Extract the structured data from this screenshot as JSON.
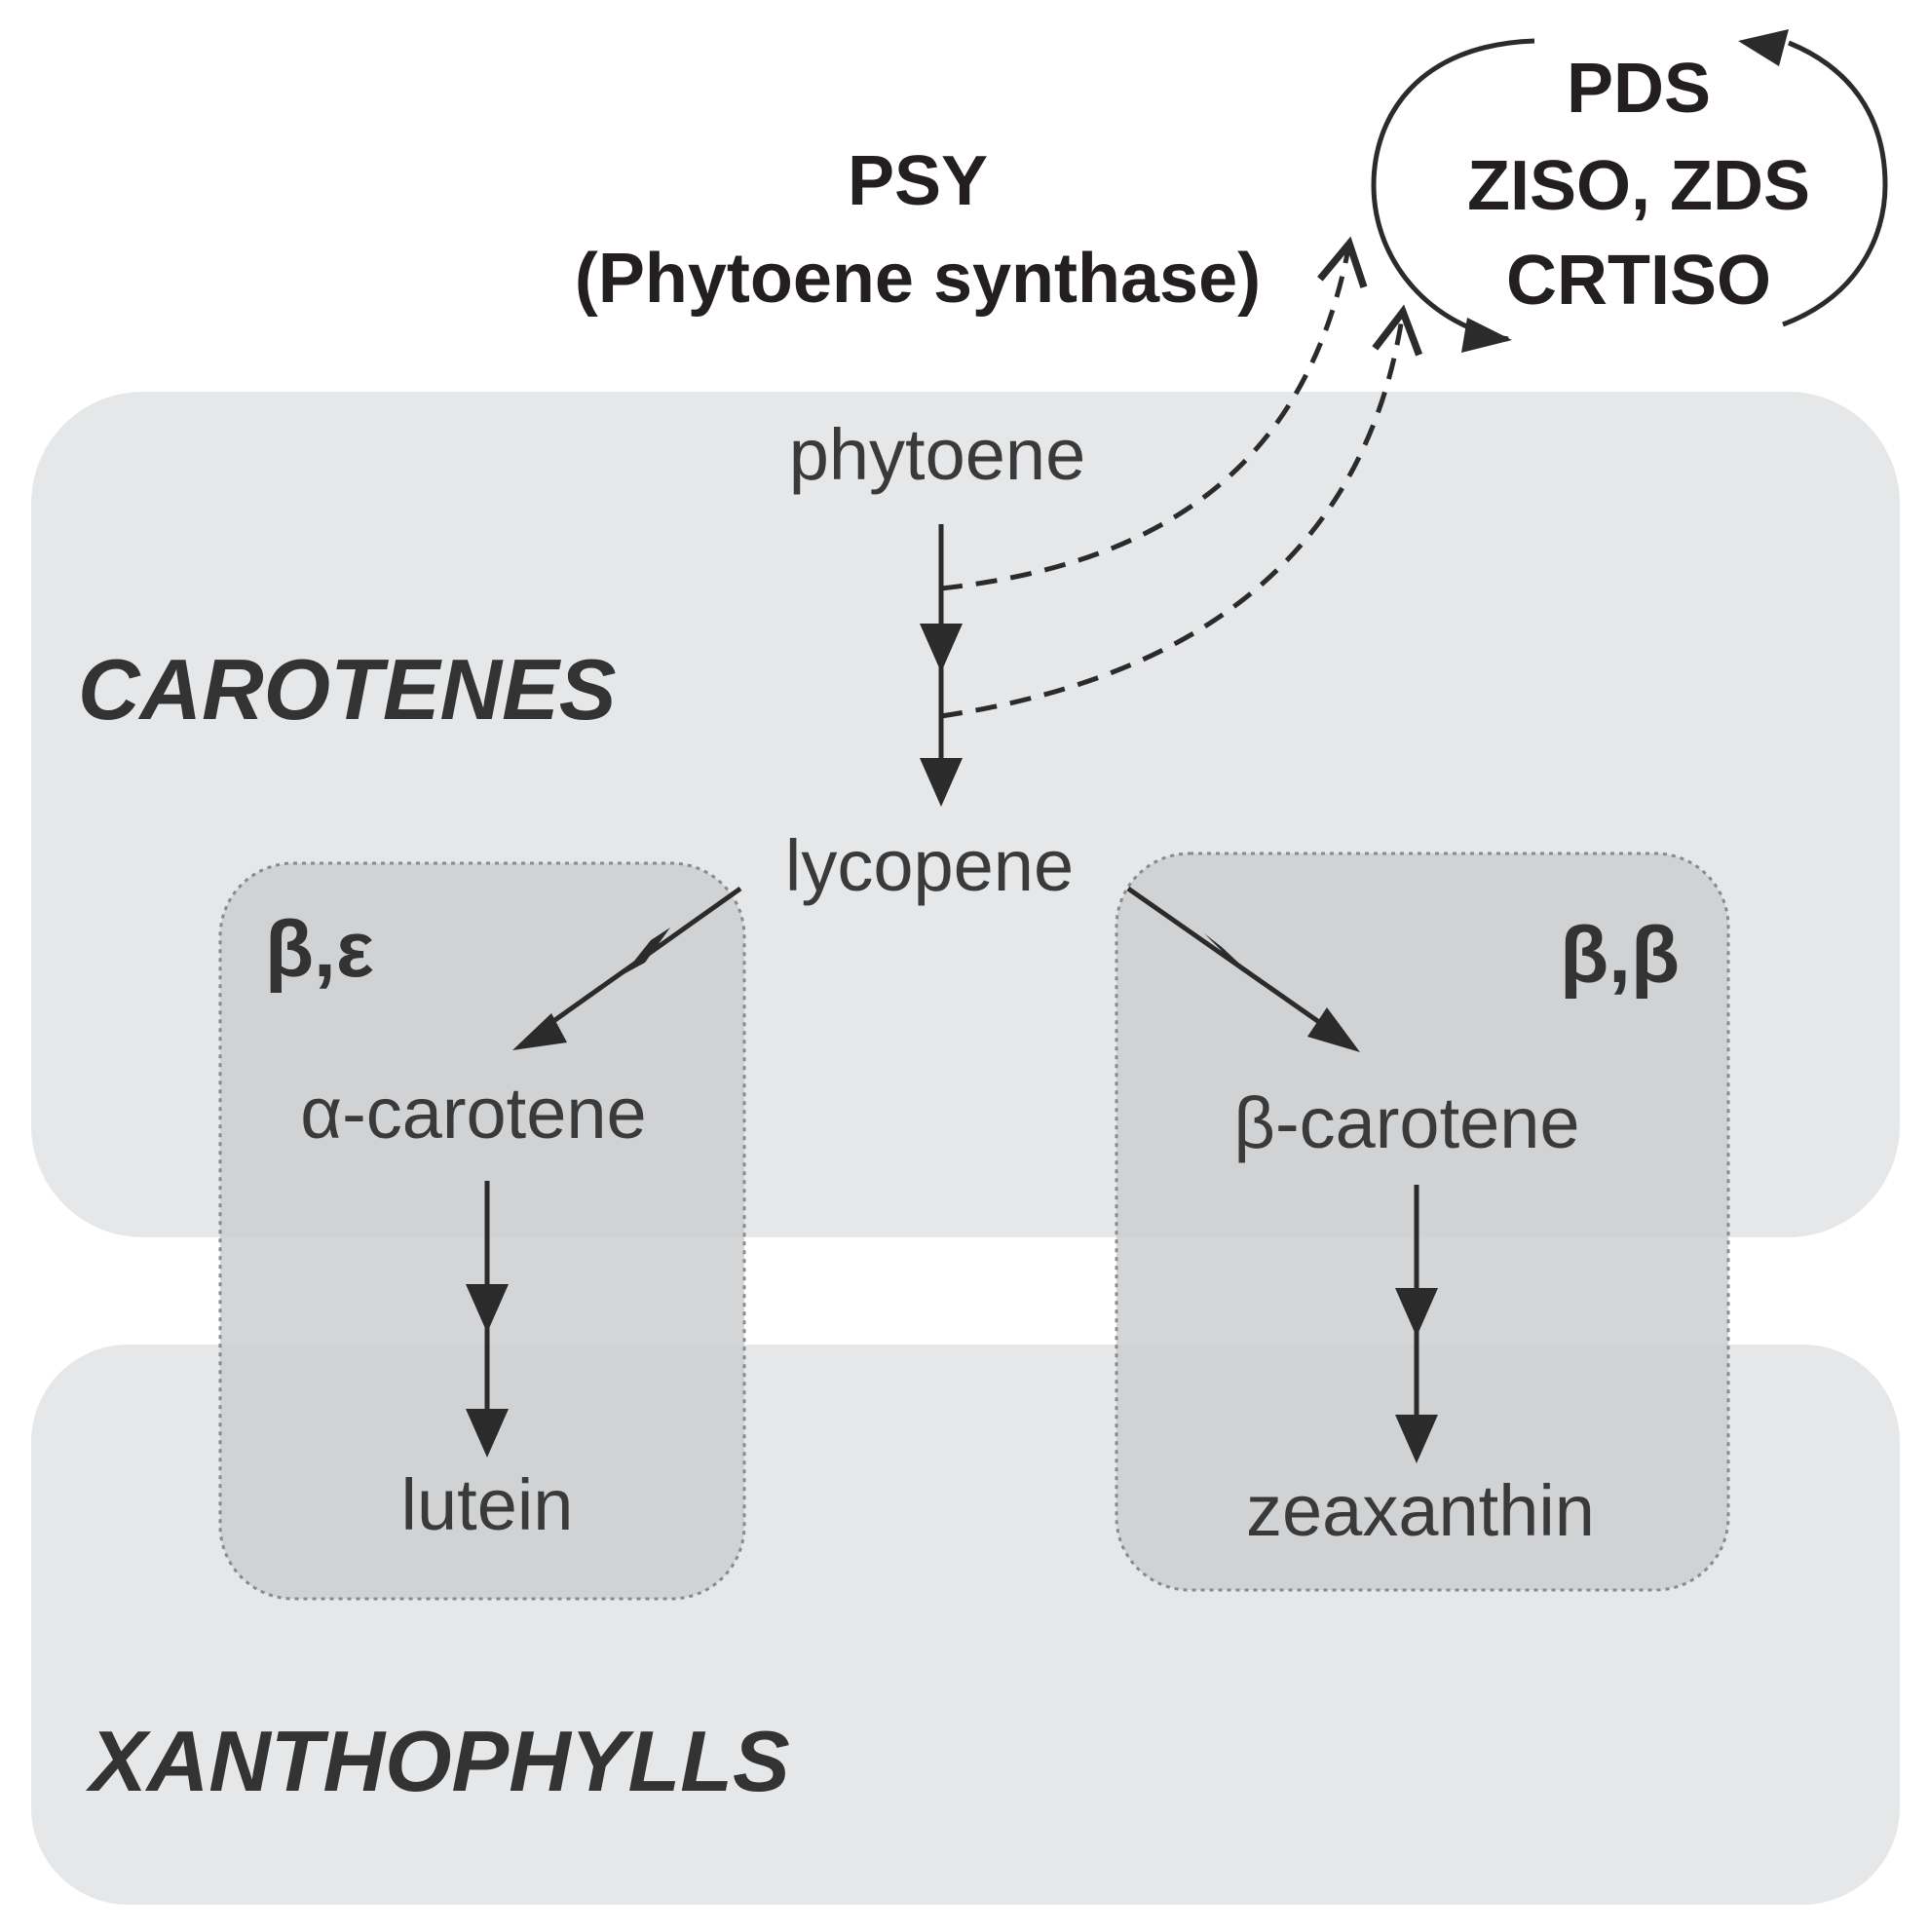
{
  "enzymes": {
    "psy_line1": "PSY",
    "psy_line2": "(Phytoene synthase)",
    "desat_line1": "PDS",
    "desat_line2": "ZISO, ZDS",
    "desat_line3": "CRTISO"
  },
  "regions": {
    "carotenes": "CAROTENES",
    "xanthophylls": "XANTHOPHYLLS"
  },
  "branches": {
    "beta_epsilon": "β,ε",
    "beta_beta": "β,β"
  },
  "metabolites": {
    "phytoene": "phytoene",
    "lycopene": "lycopene",
    "alpha_carotene": "α-carotene",
    "beta_carotene": "β-carotene",
    "lutein": "lutein",
    "zeaxanthin": "zeaxanthin"
  },
  "colors": {
    "region_fill": "#e6e7e8",
    "branch_fill": "#cdced0",
    "stroke": "#2b2b2b"
  }
}
